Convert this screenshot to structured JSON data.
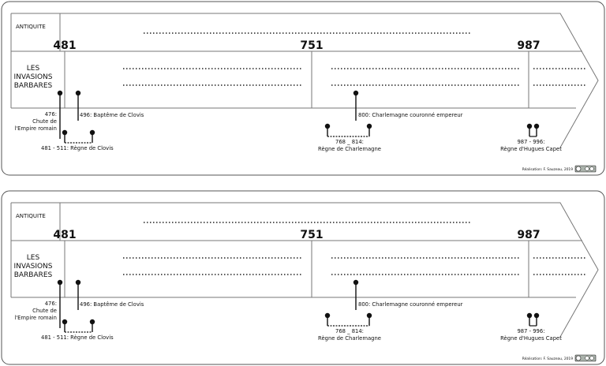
{
  "panels": [
    {
      "antiquity_label": "ANTIQUITE",
      "years": [
        "481",
        "751",
        "987"
      ],
      "invasions_label": [
        "LES",
        "INVASIONS",
        "BARBARES"
      ],
      "events": {
        "e476": [
          "476:",
          "Chute de",
          "l'Empire romain"
        ],
        "e481_511": "481 - 511: Règne de Clovis",
        "e496": "496: Baptême de Clovis",
        "e800": "800: Charlemagne couronné empereur",
        "e768_814": [
          "768 _ 814:",
          "Règne de Charlemagne"
        ],
        "e987_996": [
          "987 - 996:",
          "Règne d'Hugues Capet"
        ]
      },
      "credit": "Réalisation: F. Sauzeau, 2019",
      "license_badge": "cc-by-sa-icon"
    },
    {
      "antiquity_label": "ANTIQUITE",
      "years": [
        "481",
        "751",
        "987"
      ],
      "invasions_label": [
        "LES",
        "INVASIONS",
        "BARBARES"
      ],
      "events": {
        "e476": [
          "476:",
          "Chute de",
          "l'Empire romain"
        ],
        "e481_511": "481 - 511: Règne de Clovis",
        "e496": "496: Baptême de Clovis",
        "e800": "800: Charlemagne couronné empereur",
        "e768_814": [
          "768 _ 814:",
          "Règne de Charlemagne"
        ],
        "e987_996": [
          "987 - 996:",
          "Règne d'Hugues Capet"
        ]
      },
      "credit": "Réalisation: F. Sauzeau, 2019",
      "license_badge": "cc-by-sa-icon"
    }
  ]
}
